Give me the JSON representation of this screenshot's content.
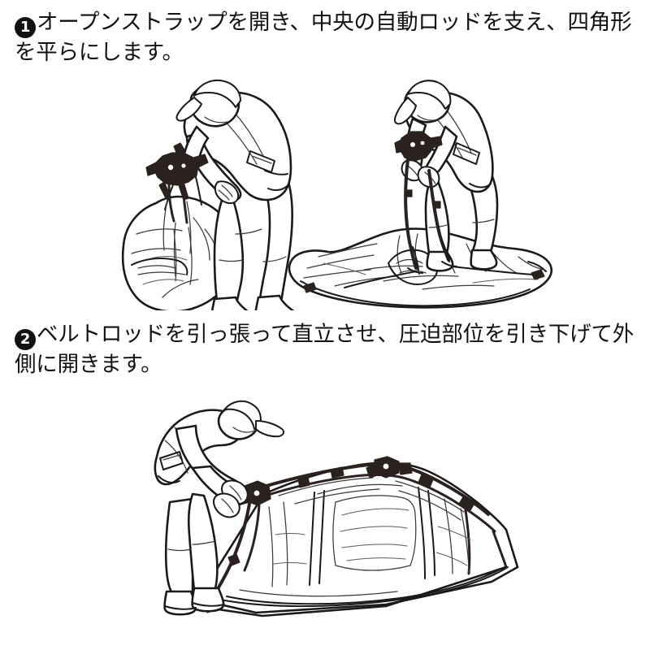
{
  "document": {
    "type": "instruction-manual-page",
    "language": "ja",
    "background_color": "#ffffff",
    "ink_color": "#1a1a1a"
  },
  "steps": [
    {
      "number": "1",
      "bullet_glyph": "❶",
      "text": "オープンストラップを開き、中央の自動ロッドを支え、四角形を平らにします。",
      "figures": [
        {
          "name": "figure-person-holding-bagged-tent",
          "caption_semantic": "person bending over holding the auto rod hub while the packed tent hangs in its bag"
        },
        {
          "name": "figure-person-supporting-rod-flat-tent",
          "caption_semantic": "person bending over supporting the central auto rod with the tent fabric laid flat on the ground"
        }
      ]
    },
    {
      "number": "2",
      "bullet_glyph": "❷",
      "text": "ベルトロッドを引っ張って直立させ、圧迫部位を引き下げて外側に開きます。",
      "figures": [
        {
          "name": "figure-person-pulling-belt-rod-tent-erected",
          "caption_semantic": "person pulling the belt rod so the tent frame stands upright and opens outward"
        }
      ]
    }
  ]
}
